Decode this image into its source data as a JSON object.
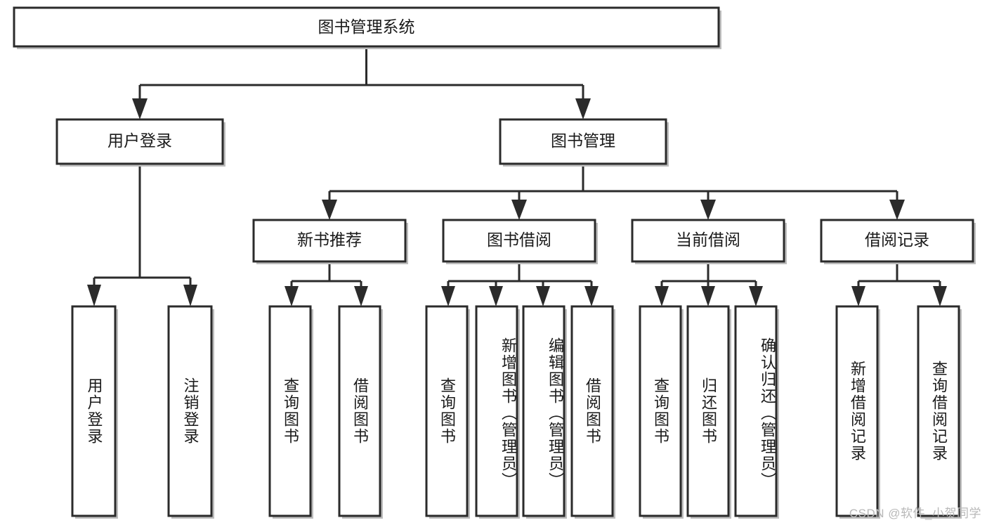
{
  "diagram": {
    "title": "图书管理系统",
    "type": "hierarchy-tree",
    "root": {
      "id": "root",
      "label": "图书管理系统"
    },
    "level2": [
      {
        "id": "user-login",
        "label": "用户登录"
      },
      {
        "id": "book-manage",
        "label": "图书管理"
      }
    ],
    "level3": [
      {
        "id": "new-book-recommend",
        "label": "新书推荐",
        "parent": "book-manage"
      },
      {
        "id": "book-borrow",
        "label": "图书借阅",
        "parent": "book-manage"
      },
      {
        "id": "current-borrow",
        "label": "当前借阅",
        "parent": "book-manage"
      },
      {
        "id": "borrow-record",
        "label": "借阅记录",
        "parent": "book-manage"
      }
    ],
    "leaves": [
      {
        "id": "leaf-user-login",
        "label": "用户登录",
        "parent": "user-login"
      },
      {
        "id": "leaf-user-logout",
        "label": "注销登录",
        "parent": "user-login"
      },
      {
        "id": "leaf-query-book-1",
        "label": "查询图书",
        "parent": "new-book-recommend"
      },
      {
        "id": "leaf-borrow-book-1",
        "label": "借阅图书",
        "parent": "new-book-recommend"
      },
      {
        "id": "leaf-query-book-2",
        "label": "查询图书",
        "parent": "book-borrow"
      },
      {
        "id": "leaf-add-book",
        "label": "新增图书（管理员）",
        "parent": "book-borrow"
      },
      {
        "id": "leaf-edit-book",
        "label": "编辑图书（管理员）",
        "parent": "book-borrow"
      },
      {
        "id": "leaf-borrow-book-2",
        "label": "借阅图书",
        "parent": "book-borrow"
      },
      {
        "id": "leaf-query-book-3",
        "label": "查询图书",
        "parent": "current-borrow"
      },
      {
        "id": "leaf-return-book",
        "label": "归还图书",
        "parent": "current-borrow"
      },
      {
        "id": "leaf-confirm-return",
        "label": "确认归还（管理员）",
        "parent": "current-borrow"
      },
      {
        "id": "leaf-add-record",
        "label": "新增借阅记录",
        "parent": "borrow-record"
      },
      {
        "id": "leaf-query-record",
        "label": "查询借阅记录",
        "parent": "borrow-record"
      }
    ]
  },
  "watermark": {
    "text": "CSDN @软件_小贺同学"
  },
  "colors": {
    "stroke": "#2b2b2b",
    "fill": "#ffffff",
    "shadow": "#bdbdbd",
    "text": "#1a1a1a",
    "watermark": "#b8b8b8"
  }
}
